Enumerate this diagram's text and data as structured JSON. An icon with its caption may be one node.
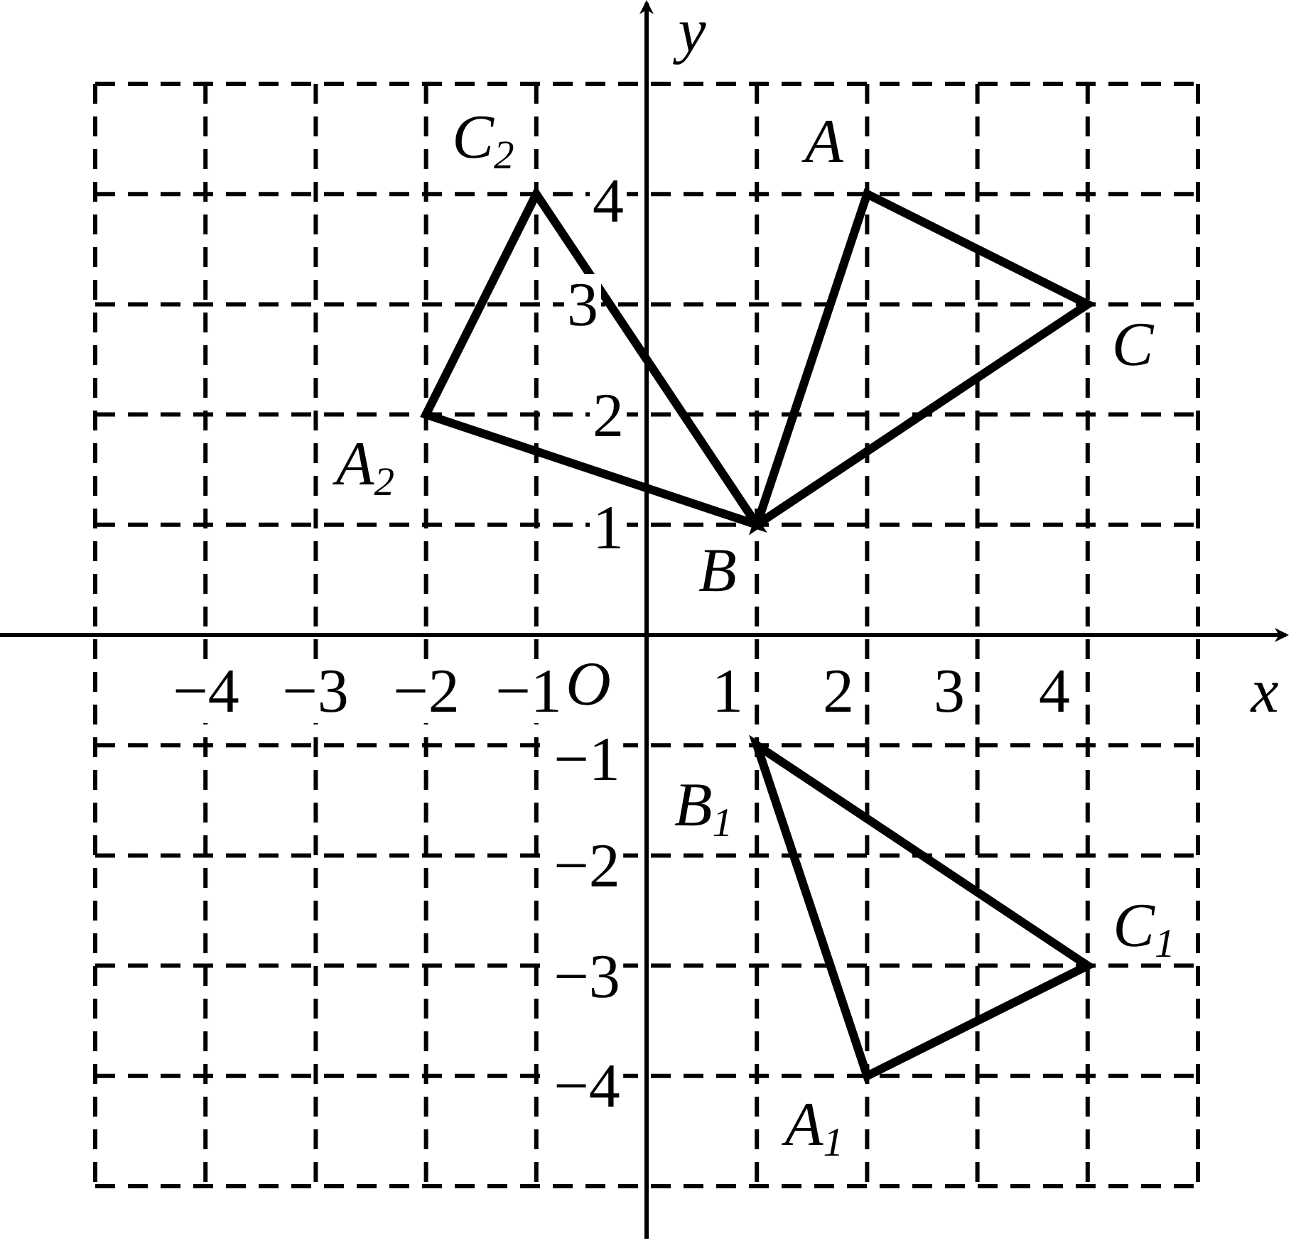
{
  "diagram": {
    "labels": [
      "y",
      "C$_{2}$",
      "A",
      "4",
      "3",
      "C",
      "2",
      "A$_{2}$",
      "1",
      "B",
      "−4",
      "−3",
      "−2",
      "−1",
      "O",
      "1",
      "2",
      "3",
      "4",
      "x",
      "−1",
      "B$_{1}$",
      "−2",
      "C$_{1}$",
      "−3",
      "−4",
      "A$_{1}$"
    ]
  }
}
